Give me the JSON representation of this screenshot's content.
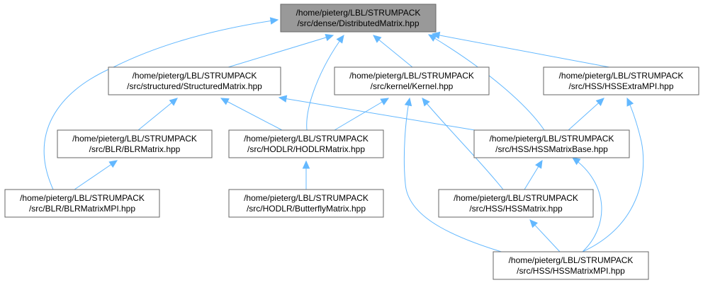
{
  "colors": {
    "edge": "#63b8ff",
    "node_fill": "#ffffff",
    "highlight_fill": "#999999",
    "border": "#666666"
  },
  "nodes": [
    {
      "id": "distributed",
      "line1": "/home/pieterg/LBL/STRUMPACK",
      "line2": "/src/dense/DistributedMatrix.hpp",
      "highlight": true
    },
    {
      "id": "structured",
      "line1": "/home/pieterg/LBL/STRUMPACK",
      "line2": "/src/structured/StructuredMatrix.hpp"
    },
    {
      "id": "kernel",
      "line1": "/home/pieterg/LBL/STRUMPACK",
      "line2": "/src/kernel/Kernel.hpp"
    },
    {
      "id": "hssextrampi",
      "line1": "/home/pieterg/LBL/STRUMPACK",
      "line2": "/src/HSS/HSSExtraMPI.hpp"
    },
    {
      "id": "blrmatrix",
      "line1": "/home/pieterg/LBL/STRUMPACK",
      "line2": "/src/BLR/BLRMatrix.hpp"
    },
    {
      "id": "hodlrmatrix",
      "line1": "/home/pieterg/LBL/STRUMPACK",
      "line2": "/src/HODLR/HODLRMatrix.hpp"
    },
    {
      "id": "hssmatrixbase",
      "line1": "/home/pieterg/LBL/STRUMPACK",
      "line2": "/src/HSS/HSSMatrixBase.hpp"
    },
    {
      "id": "blrmatrixmpi",
      "line1": "/home/pieterg/LBL/STRUMPACK",
      "line2": "/src/BLR/BLRMatrixMPI.hpp"
    },
    {
      "id": "butterfly",
      "line1": "/home/pieterg/LBL/STRUMPACK",
      "line2": "/src/HODLR/ButterflyMatrix.hpp"
    },
    {
      "id": "hssmatrix",
      "line1": "/home/pieterg/LBL/STRUMPACK",
      "line2": "/src/HSS/HSSMatrix.hpp"
    },
    {
      "id": "hssmatrixmpi",
      "line1": "/home/pieterg/LBL/STRUMPACK",
      "line2": "/src/HSS/HSSMatrixMPI.hpp"
    }
  ],
  "edges": [
    {
      "from": "structured",
      "to": "distributed"
    },
    {
      "from": "kernel",
      "to": "distributed"
    },
    {
      "from": "hssextrampi",
      "to": "distributed"
    },
    {
      "from": "hodlrmatrix",
      "to": "distributed"
    },
    {
      "from": "hssmatrixbase",
      "to": "distributed"
    },
    {
      "from": "blrmatrixmpi",
      "to": "distributed"
    },
    {
      "from": "blrmatrix",
      "to": "structured"
    },
    {
      "from": "hodlrmatrix",
      "to": "structured"
    },
    {
      "from": "hssmatrixbase",
      "to": "structured"
    },
    {
      "from": "hodlrmatrix",
      "to": "kernel"
    },
    {
      "from": "hssmatrix",
      "to": "kernel"
    },
    {
      "from": "hssmatrixmpi",
      "to": "kernel"
    },
    {
      "from": "hssmatrixbase",
      "to": "hssextrampi"
    },
    {
      "from": "hssmatrixmpi",
      "to": "hssextrampi"
    },
    {
      "from": "blrmatrixmpi",
      "to": "blrmatrix"
    },
    {
      "from": "butterfly",
      "to": "hodlrmatrix"
    },
    {
      "from": "hssmatrix",
      "to": "hssmatrixbase"
    },
    {
      "from": "hssmatrixmpi",
      "to": "hssmatrixbase"
    },
    {
      "from": "hssmatrixmpi",
      "to": "hssmatrix"
    }
  ]
}
